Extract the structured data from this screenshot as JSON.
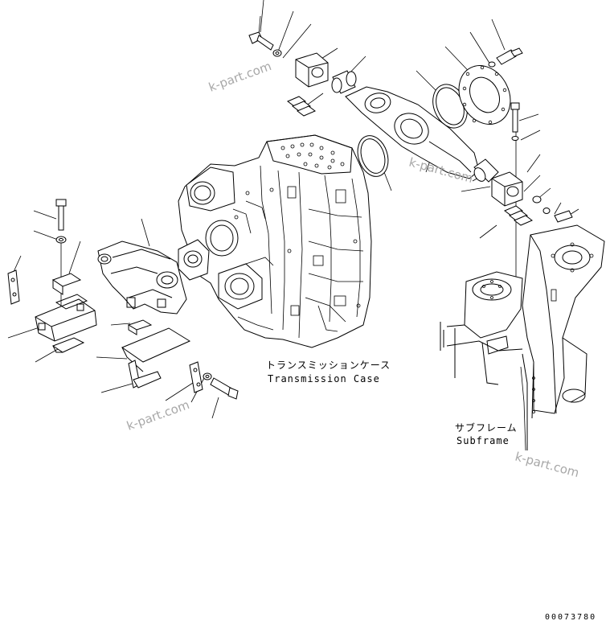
{
  "labels": {
    "transmission_case_jp": "トランスミッションケース",
    "transmission_case_en": "Transmission Case",
    "subframe_jp": "サブフレーム",
    "subframe_en": "Subframe"
  },
  "watermarks": [
    "k-part.com",
    "k-part.com",
    "k-part.com",
    "k-part.com"
  ],
  "document_number": "00073780",
  "colors": {
    "line": "#000000",
    "watermark": "#a8a8a8",
    "background": "#ffffff"
  }
}
